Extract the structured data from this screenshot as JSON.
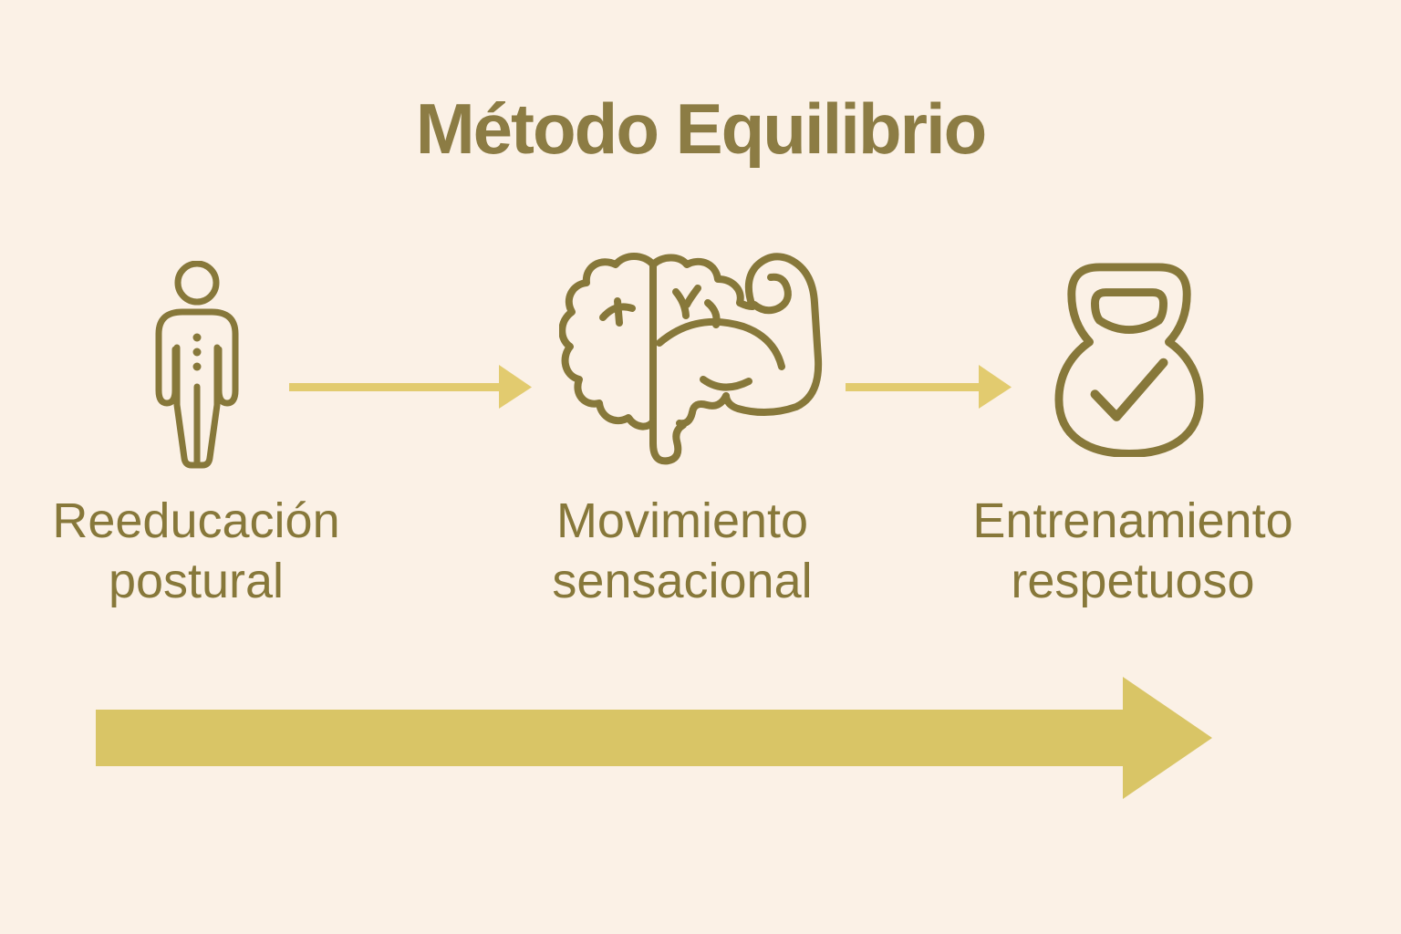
{
  "title": "Método Equilibrio",
  "colors": {
    "background": "#fbf1e6",
    "ink": "#87783a",
    "title_ink": "#8c7c44",
    "arrow_small": "#e2cb6f",
    "arrow_big": "#d9c566"
  },
  "steps": [
    {
      "icon": "person-posture-icon",
      "line1": "Reeducación",
      "line2": "postural"
    },
    {
      "icon": "brain-muscle-icon",
      "line1": "Movimiento",
      "line2": "sensacional"
    },
    {
      "icon": "kettlebell-check-icon",
      "line1": "Entrenamiento",
      "line2": "respetuoso"
    }
  ],
  "icons": [
    "person-posture-icon",
    "brain-muscle-icon",
    "kettlebell-check-icon",
    "step-arrow-icon",
    "timeline-arrow-icon"
  ]
}
